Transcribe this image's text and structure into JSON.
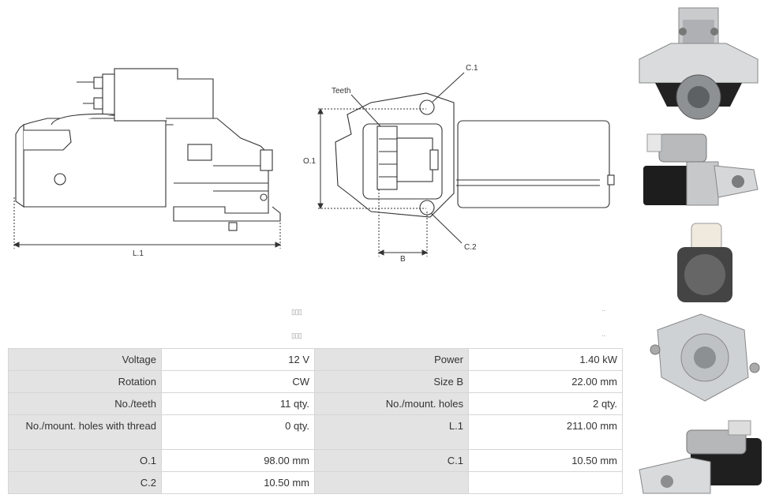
{
  "diagrams": {
    "side_view": {
      "dimension_label": "L.1"
    },
    "front_view": {
      "labels": {
        "c1": "C.1",
        "c2": "C.2",
        "teeth": "Teeth",
        "o1": "O.1",
        "b": "B"
      }
    }
  },
  "specs": {
    "rows": [
      {
        "left_label": "Voltage",
        "left_value": "12 V",
        "right_label": "Power",
        "right_value": "1.40 kW"
      },
      {
        "left_label": "Rotation",
        "left_value": "CW",
        "right_label": "Size B",
        "right_value": "22.00 mm"
      },
      {
        "left_label": "No./teeth",
        "left_value": "11 qty.",
        "right_label": "No./mount. holes",
        "right_value": "2 qty."
      },
      {
        "left_label": "No./mount. holes with thread",
        "left_value": "0 qty.",
        "right_label": "L.1",
        "right_value": "211.00 mm"
      },
      {
        "left_label": "O.1",
        "left_value": "98.00 mm",
        "right_label": "C.1",
        "right_value": "10.50 mm"
      },
      {
        "left_label": "C.2",
        "left_value": "10.50 mm",
        "right_label": "",
        "right_value": ""
      }
    ]
  },
  "photos": [
    "starter-top-view",
    "starter-side-view",
    "starter-front-view",
    "starter-angled-view"
  ]
}
